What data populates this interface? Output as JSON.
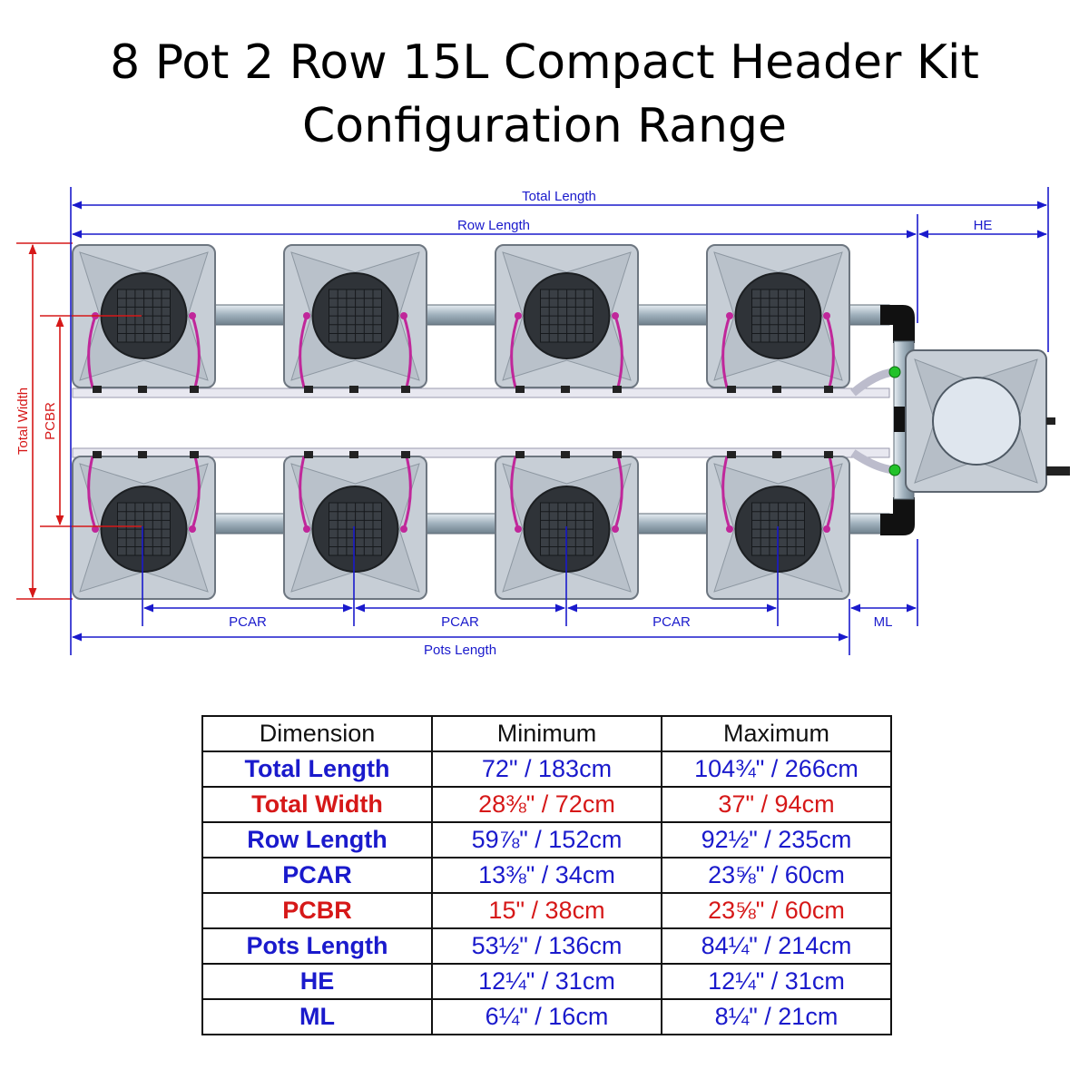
{
  "title": {
    "line1": "8 Pot 2 Row 15L Compact Header Kit",
    "line2": "Configuration Range"
  },
  "diagram": {
    "labels": {
      "total_length": "Total Length",
      "row_length": "Row Length",
      "he": "HE",
      "total_width": "Total Width",
      "pcbr": "PCBR",
      "pcar": "PCAR",
      "ml": "ML",
      "pots_length": "Pots Length"
    },
    "pots_per_row": 4,
    "rows": 2,
    "colors": {
      "dimension_blue": "#1a1acc",
      "dimension_red": "#d61818",
      "pot_grey": "#c7ced6",
      "pot_edge": "#6d7680",
      "basket_dark": "#2f3338",
      "pipe": "#aab8c2",
      "tube_magenta": "#c0279a",
      "fitting_green": "#22c22a",
      "elbow_black": "#111111"
    }
  },
  "table": {
    "headers": [
      "Dimension",
      "Minimum",
      "Maximum"
    ],
    "rows": [
      {
        "dimension": "Total Length",
        "minimum": "72\" / 183cm",
        "maximum": "104¾\" / 266cm",
        "color": "#1a1acc"
      },
      {
        "dimension": "Total Width",
        "minimum": "28⅜\" / 72cm",
        "maximum": "37\" / 94cm",
        "color": "#d61818"
      },
      {
        "dimension": "Row Length",
        "minimum": "59⅞\" / 152cm",
        "maximum": "92½\" / 235cm",
        "color": "#1a1acc"
      },
      {
        "dimension": "PCAR",
        "minimum": "13⅜\" / 34cm",
        "maximum": "23⅝\" / 60cm",
        "color": "#1a1acc"
      },
      {
        "dimension": "PCBR",
        "minimum": "15\" / 38cm",
        "maximum": "23⅝\" / 60cm",
        "color": "#d61818"
      },
      {
        "dimension": "Pots Length",
        "minimum": "53½\" / 136cm",
        "maximum": "84¼\" / 214cm",
        "color": "#1a1acc"
      },
      {
        "dimension": "HE",
        "minimum": "12¼\" / 31cm",
        "maximum": "12¼\" / 31cm",
        "color": "#1a1acc"
      },
      {
        "dimension": "ML",
        "minimum": "6¼\" / 16cm",
        "maximum": "8¼\" / 21cm",
        "color": "#1a1acc"
      }
    ]
  }
}
